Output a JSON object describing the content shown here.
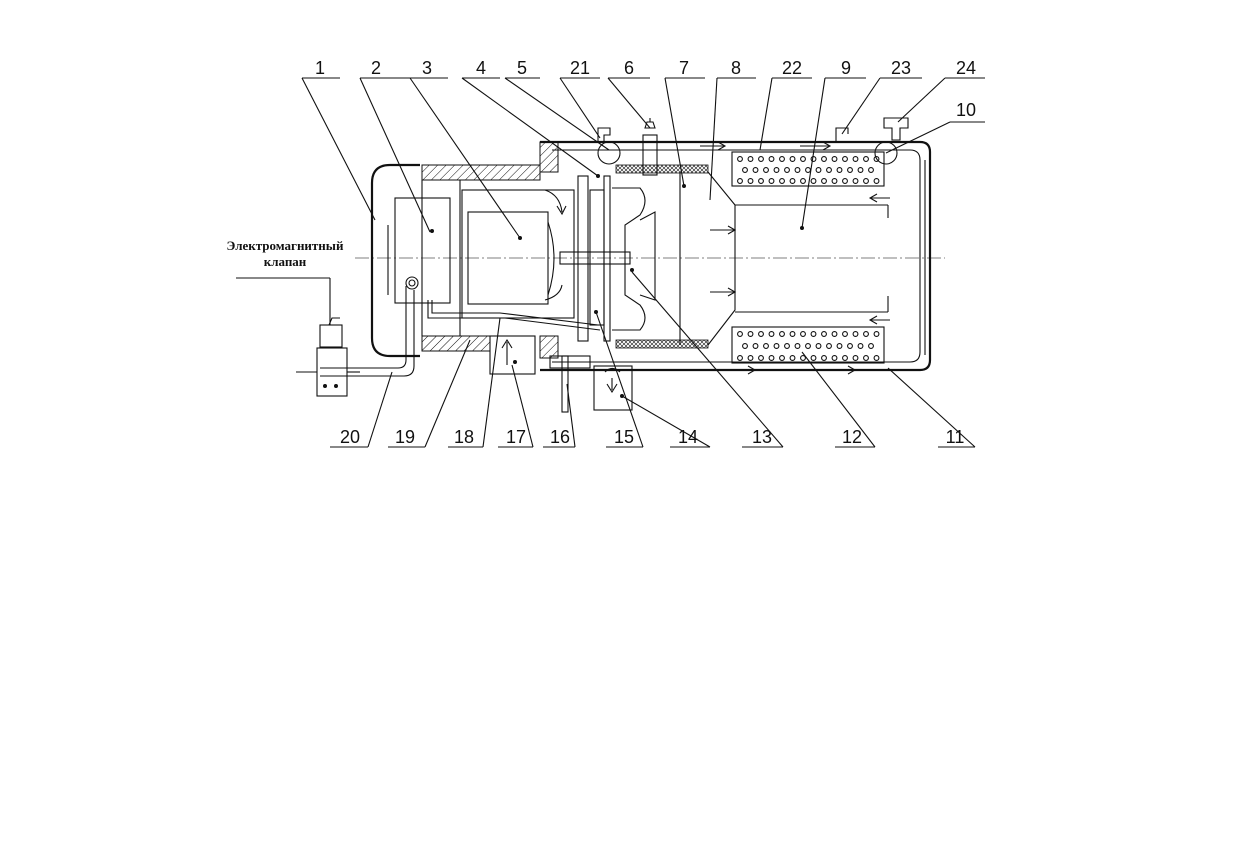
{
  "caption": {
    "line1": "Электромагнитный",
    "line2": "клапан"
  },
  "top_labels": [
    "1",
    "2",
    "3",
    "4",
    "5",
    "21",
    "6",
    "7",
    "8",
    "22",
    "9",
    "23",
    "24",
    "10"
  ],
  "bottom_labels": [
    "20",
    "19",
    "18",
    "17",
    "16",
    "15",
    "14",
    "13",
    "12",
    "11"
  ]
}
